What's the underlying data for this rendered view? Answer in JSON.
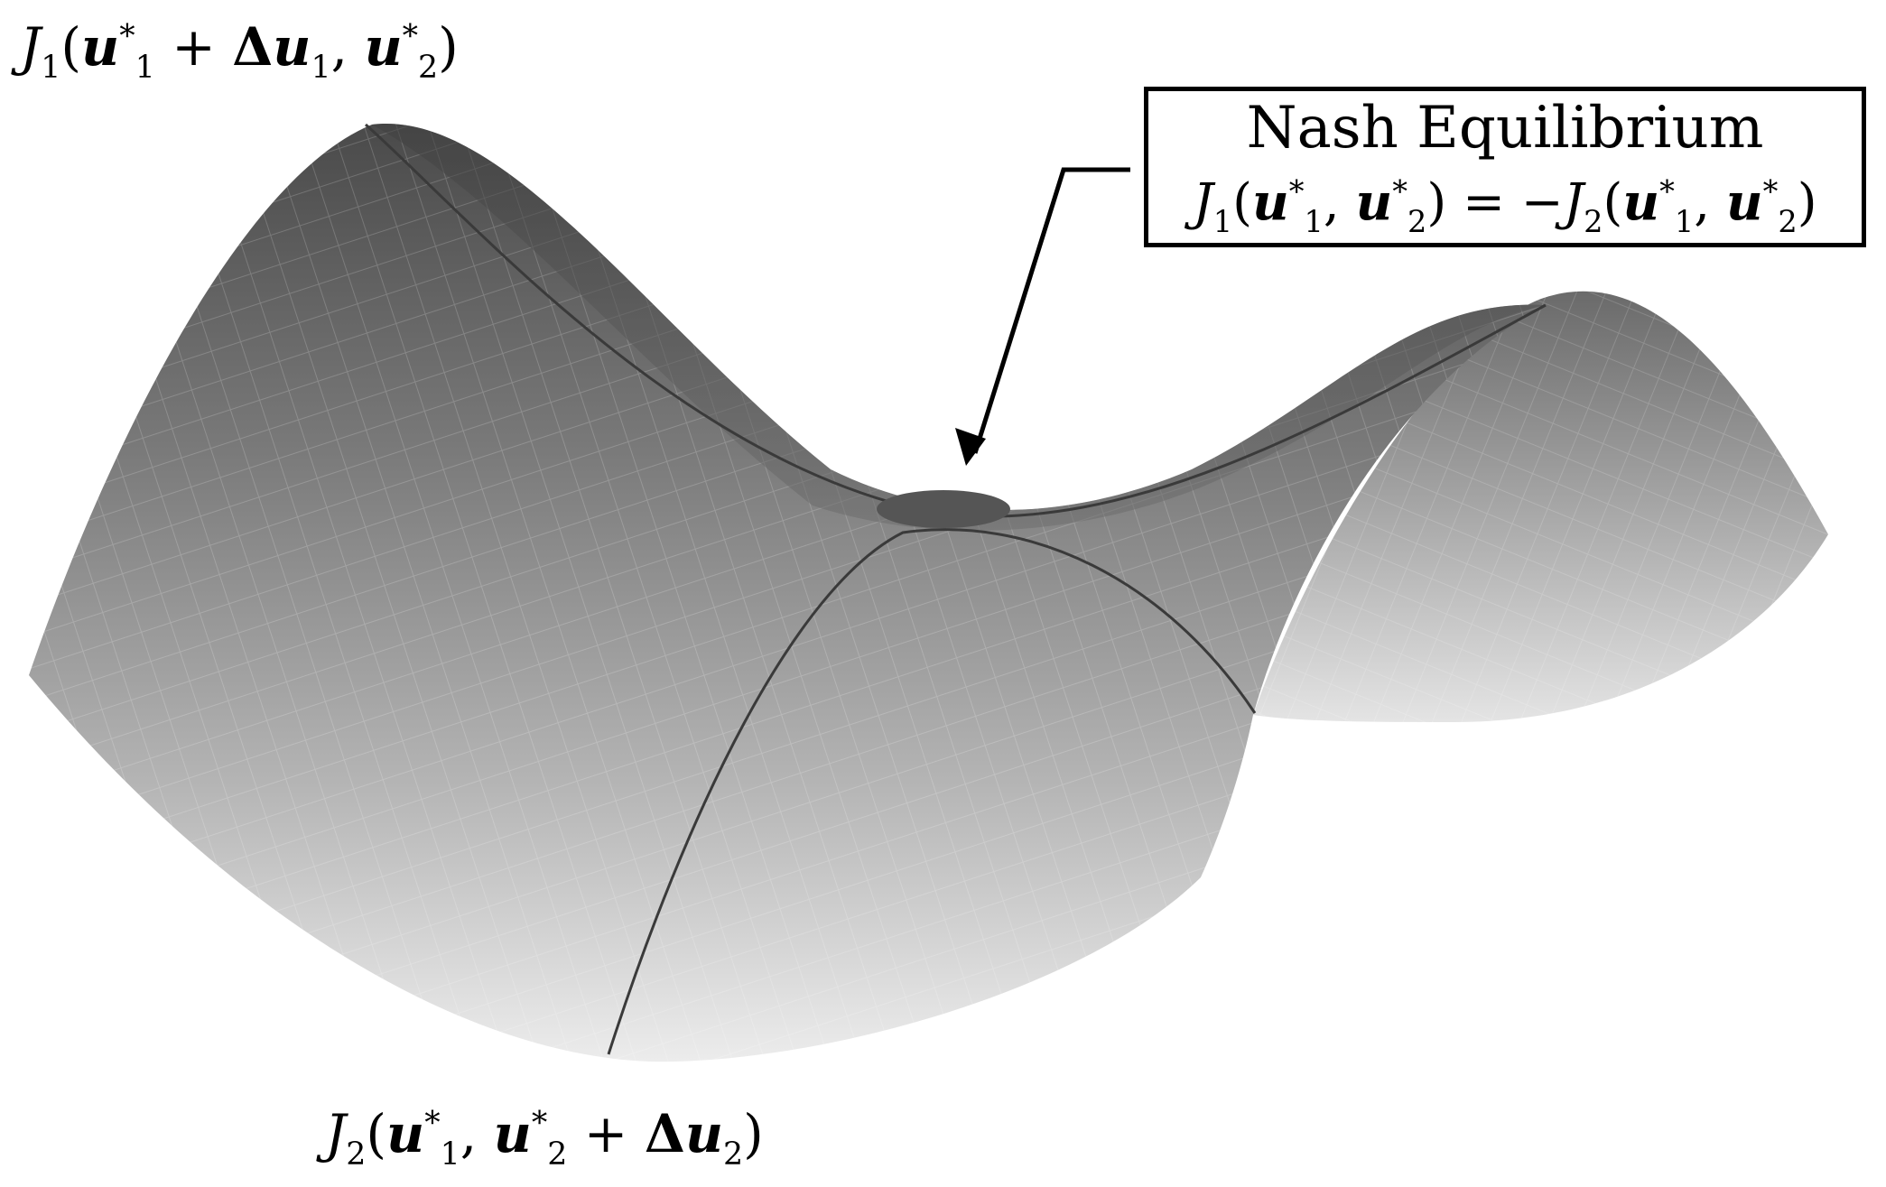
{
  "labels": {
    "top": {
      "fn": "J",
      "fn_sub": "1",
      "u1": "u",
      "u1_sub": "1",
      "u1_sup": "*",
      "plus": "+",
      "delta": "Δ",
      "du": "u",
      "du_sub": "1",
      "comma": ",",
      "u2": "u",
      "u2_sub": "2",
      "u2_sup": "*"
    },
    "bottom": {
      "fn": "J",
      "fn_sub": "2",
      "u1": "u",
      "u1_sub": "1",
      "u1_sup": "*",
      "comma": ",",
      "u2": "u",
      "u2_sub": "2",
      "u2_sup": "*",
      "plus": "+",
      "delta": "Δ",
      "du": "u",
      "du_sub": "2"
    }
  },
  "callout": {
    "title": "Nash Equilibrium",
    "eq": {
      "fn1": "J",
      "fn1_sub": "1",
      "u1": "u",
      "u1_sub": "1",
      "u1_sup": "*",
      "u2": "u",
      "u2_sub": "2",
      "u2_sup": "*",
      "equals": "=",
      "minus": "−",
      "fn2": "J",
      "fn2_sub": "2"
    }
  },
  "colors": {
    "surface_dark": "#4a4a4a",
    "surface_light": "#ececec",
    "curve": "#3a3a3a",
    "point": "#555555",
    "arrow": "#000000"
  },
  "icons": {
    "equilibrium_point": "ellipse-marker",
    "pointer": "arrow-icon"
  }
}
